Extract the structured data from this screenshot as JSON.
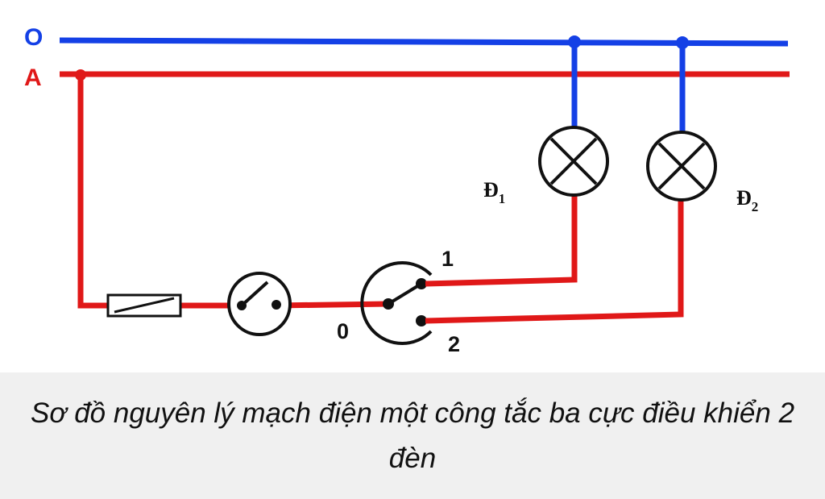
{
  "diagram": {
    "lines": {
      "neutral": {
        "label": "O",
        "color": "#1440e6"
      },
      "phase": {
        "label": "A",
        "color": "#e01818"
      }
    },
    "lamps": [
      {
        "label": "Đ",
        "sub": "1"
      },
      {
        "label": "Đ",
        "sub": "2"
      }
    ],
    "switch_terminals": {
      "common": "0",
      "out1": "1",
      "out2": "2"
    }
  },
  "caption": {
    "text": "Sơ đồ nguyên lý mạch điện một công tắc ba cực điều khiển 2 đèn"
  }
}
